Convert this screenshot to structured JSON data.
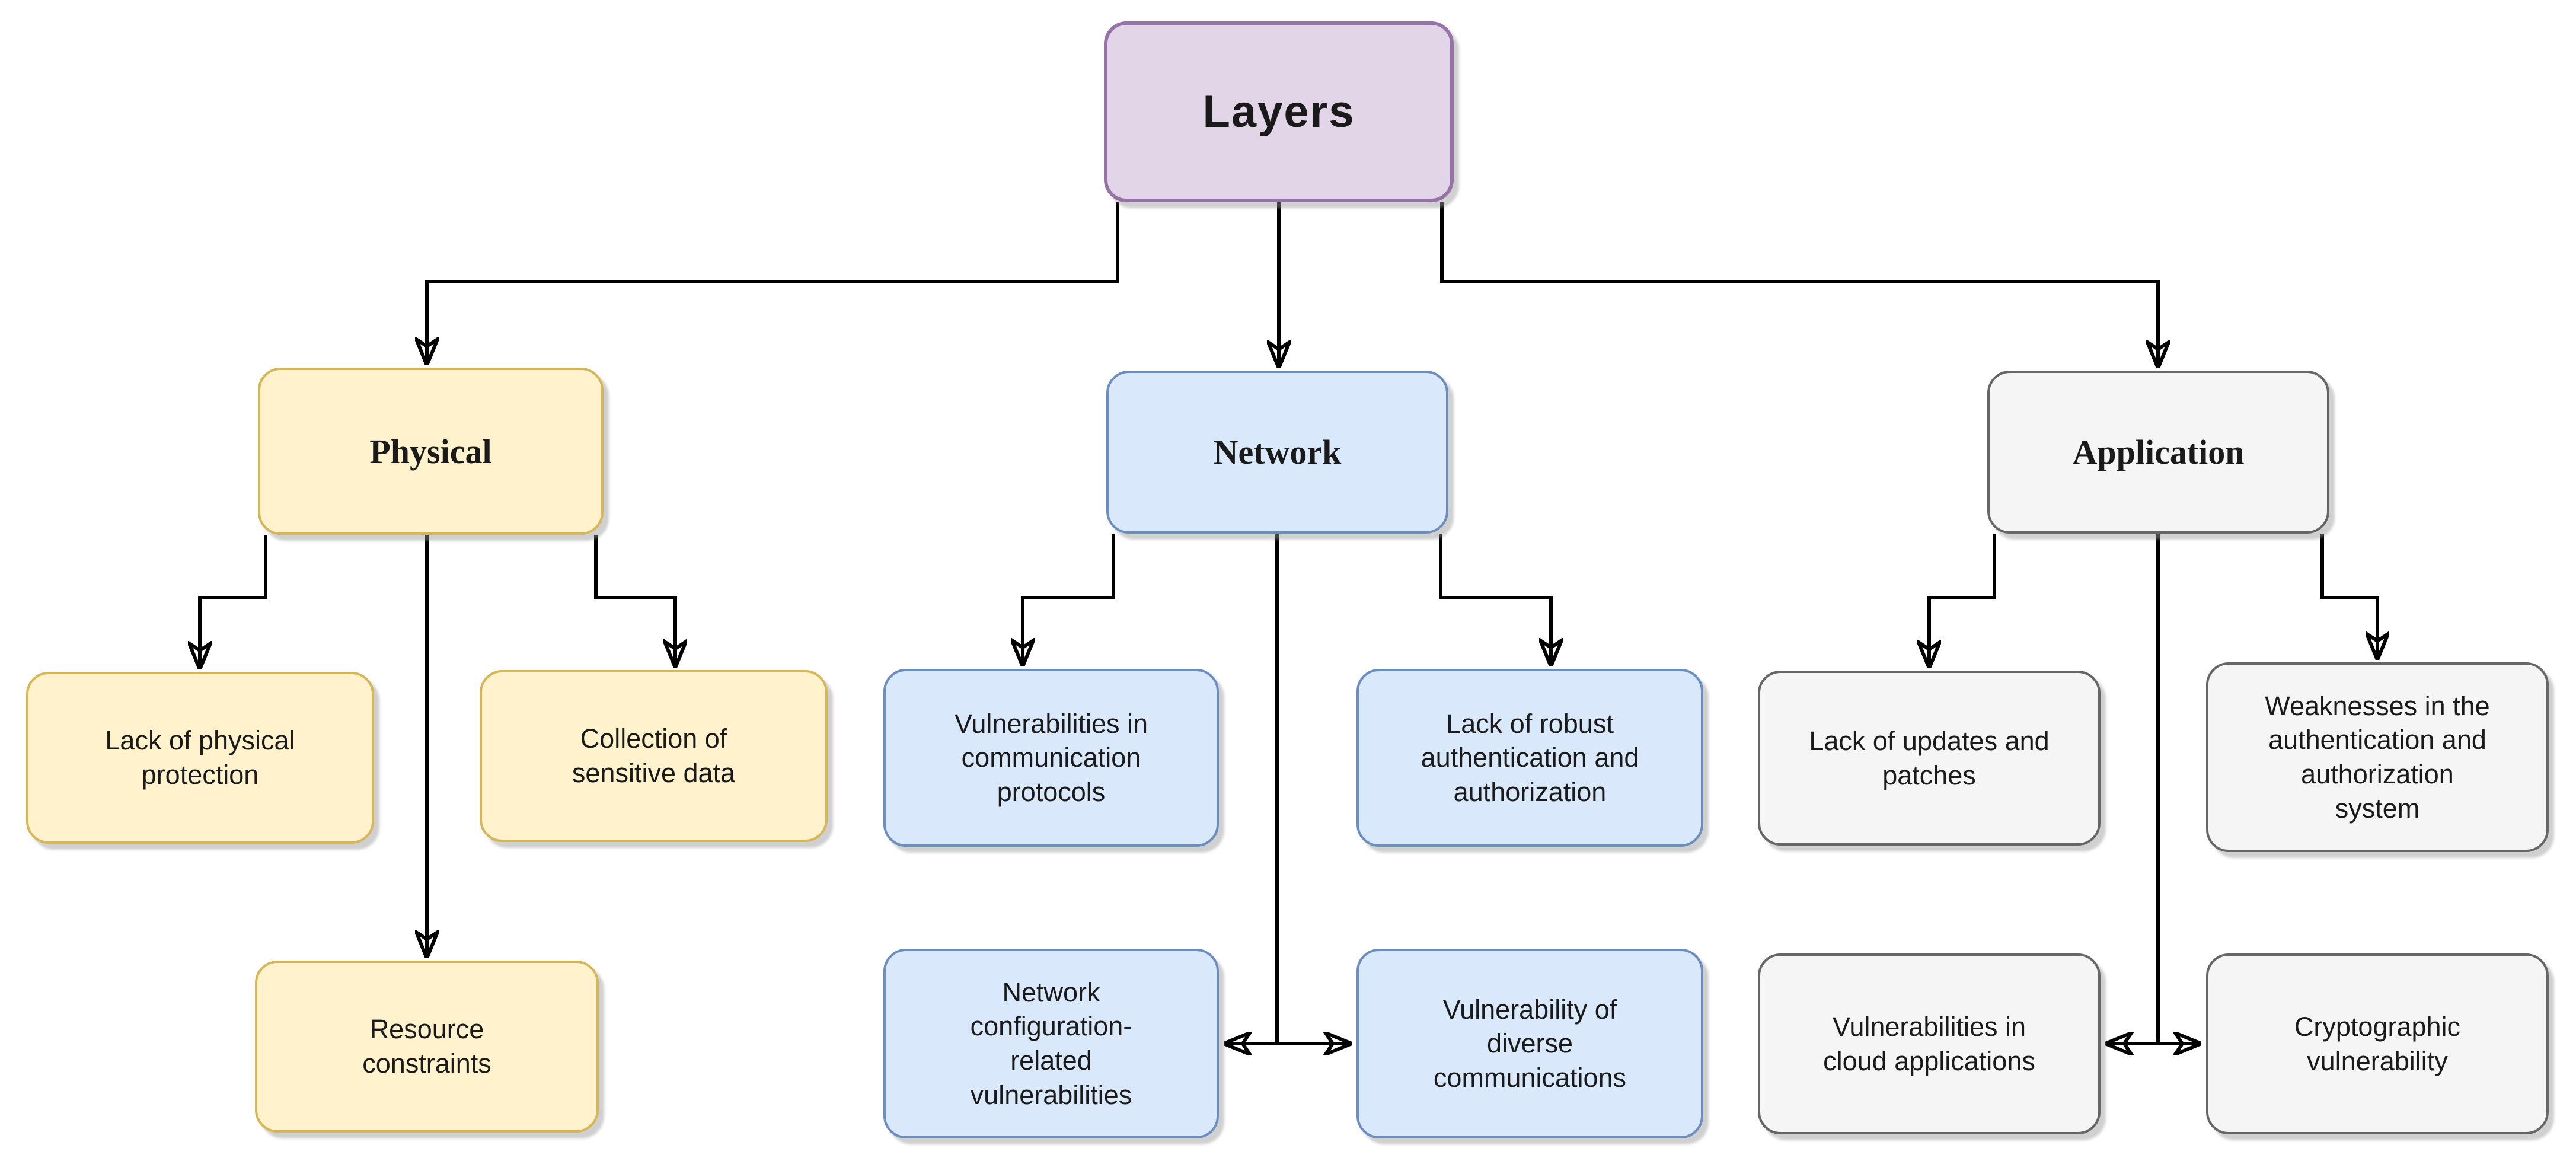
{
  "root": {
    "label": "Layers",
    "fill": "#E1D5E7",
    "stroke": "#9673A6"
  },
  "branches": [
    {
      "label": "Physical",
      "fill": "#FFF2CC",
      "stroke": "#D6B656",
      "children": [
        "Lack of physical\nprotection",
        "Collection of\nsensitive data",
        "Resource\nconstraints"
      ]
    },
    {
      "label": "Network",
      "fill": "#DAE8FC",
      "stroke": "#6C8EBF",
      "children": [
        "Vulnerabilities in\ncommunication\nprotocols",
        "Lack of robust\nauthentication and\nauthorization",
        "Network\nconfiguration-\nrelated\nvulnerabilities",
        "Vulnerability of\ndiverse\ncommunications"
      ]
    },
    {
      "label": "Application",
      "fill": "#F5F5F5",
      "stroke": "#666666",
      "children": [
        "Lack of updates and\npatches",
        "Weaknesses in the\nauthentication and\nauthorization\nsystem",
        "Vulnerabilities in\ncloud applications",
        "Cryptographic\nvulnerability"
      ]
    }
  ],
  "relations": [
    {
      "from": "Network configuration-related vulnerabilities",
      "to": "Vulnerability of diverse communications",
      "type": "bidirectional-arrow"
    },
    {
      "from": "Vulnerabilities in cloud applications",
      "to": "Cryptographic vulnerability",
      "type": "bidirectional-arrow"
    }
  ],
  "edge_color": "#000000"
}
